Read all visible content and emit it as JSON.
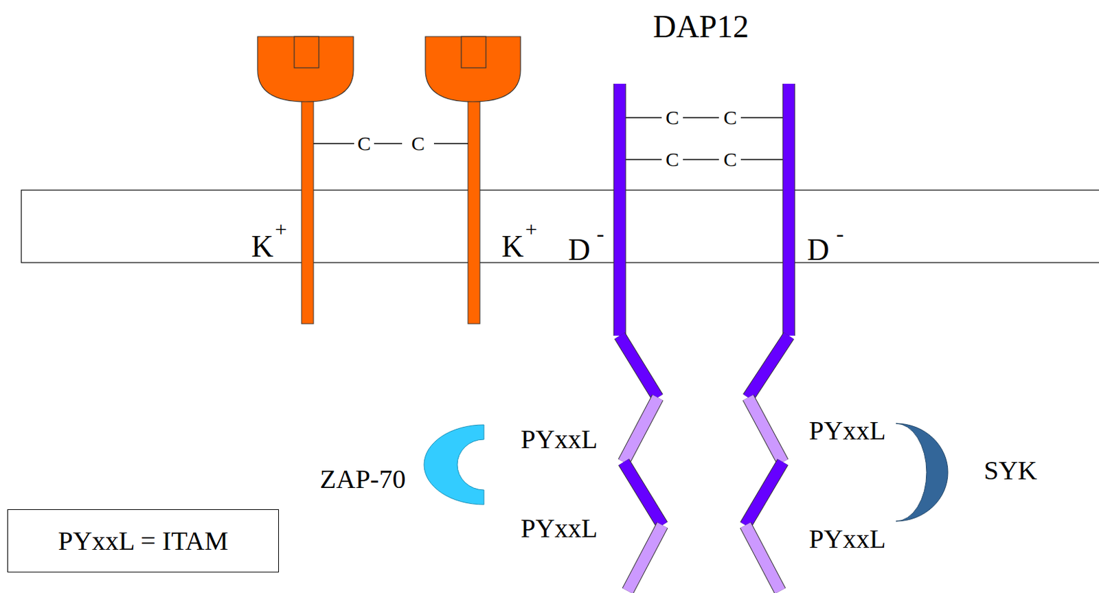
{
  "diagram": {
    "nodes": [
      {
        "text": [
          "PYxxL = ITAM"
        ]
      }
    ],
    "labels": [
      "DAP12",
      "C",
      "C",
      "C",
      "C",
      "C",
      "C",
      "K",
      "+",
      "K",
      "+",
      "D",
      "-",
      "D",
      "-",
      "PYxxL",
      "PYxxL",
      "PYxxL",
      "PYxxL",
      "ZAP-70",
      "SYK"
    ]
  }
}
